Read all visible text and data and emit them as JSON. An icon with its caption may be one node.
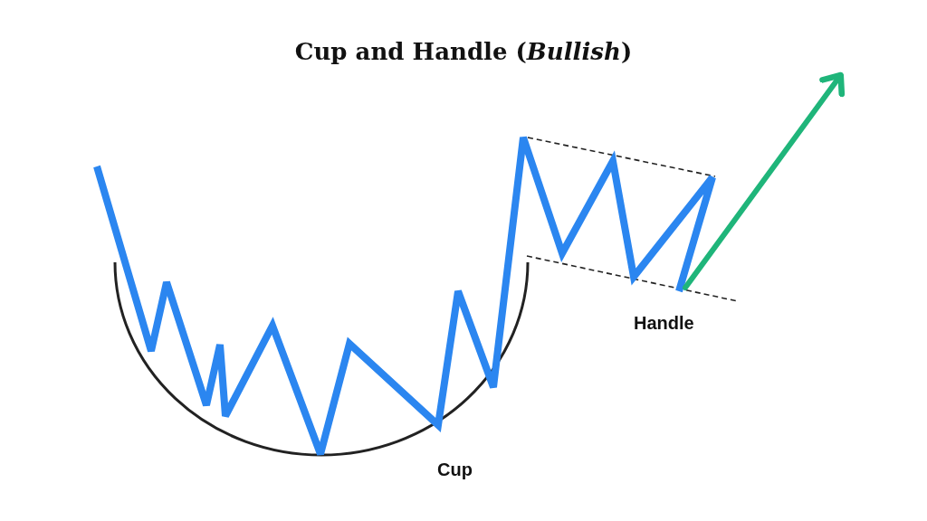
{
  "diagram": {
    "title": "Cup and Handle (*Bullish*)",
    "labels": [
      "Handle",
      "Cup"
    ]
  }
}
